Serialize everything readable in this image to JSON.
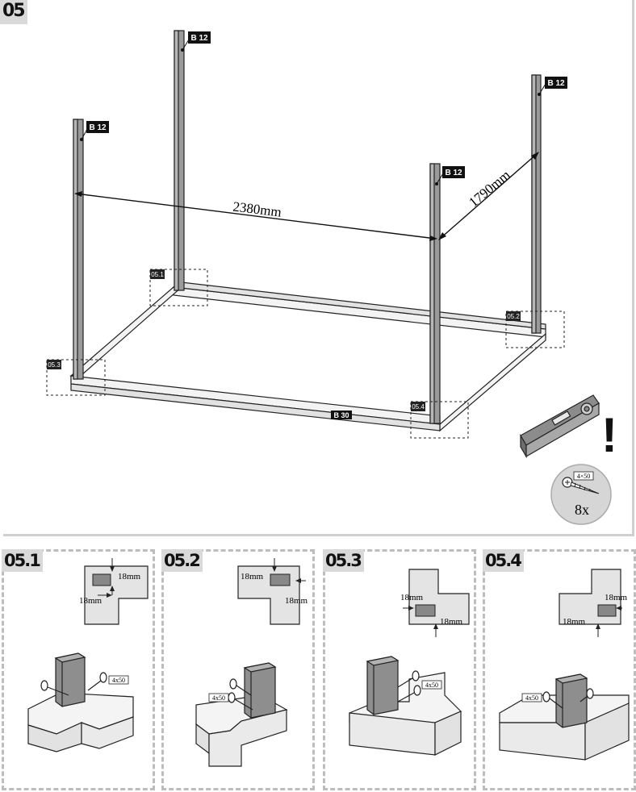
{
  "main": {
    "step_label": "05",
    "post_tag": "B 12",
    "dim_width": "2380mm",
    "dim_depth": "1790mm",
    "rail_tag": "B 30",
    "callouts": [
      "05.1",
      "05.2",
      "05.3",
      "05.4"
    ],
    "screw_spec": "4×50",
    "screw_qty": "8x",
    "warning_mark": "!"
  },
  "details": [
    {
      "label": "05.1",
      "dim_a": "18mm",
      "dim_b": "18mm",
      "screw": "4x50"
    },
    {
      "label": "05.2",
      "dim_a": "18mm",
      "dim_b": "18mm",
      "screw": "4x50"
    },
    {
      "label": "05.3",
      "dim_a": "18mm",
      "dim_b": "18mm",
      "screw": "4x50"
    },
    {
      "label": "05.4",
      "dim_a": "18mm",
      "dim_b": "18mm",
      "screw": "4x50"
    }
  ],
  "colors": {
    "post_fill": "#9a9a9a",
    "rail_fill": "#eeeeee",
    "badge_bg": "#d9d9d9",
    "tag_bg": "#111111",
    "dash": "#bdbdbd"
  }
}
